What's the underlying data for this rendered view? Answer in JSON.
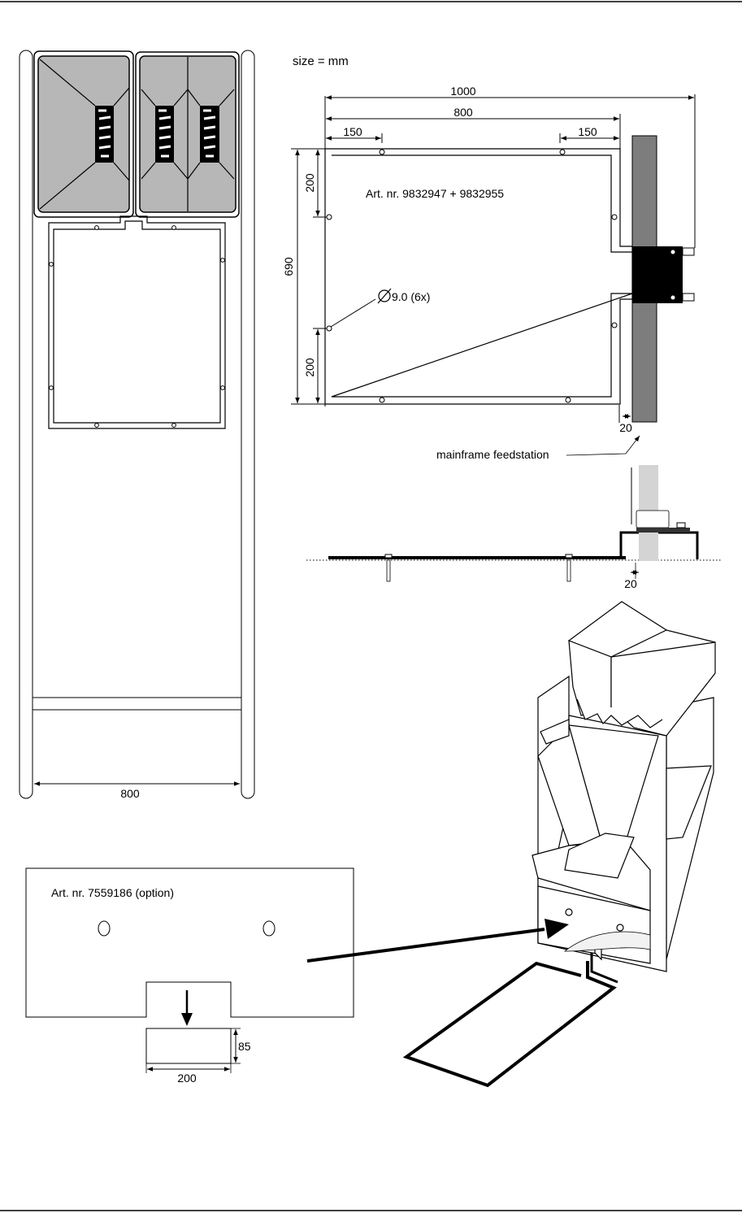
{
  "size_label": "size = mm",
  "top_view": {
    "dim_total_width": "1000",
    "dim_frame_width": "800",
    "dim_hole_left": "150",
    "dim_hole_right": "150",
    "dim_height": "690",
    "dim_hole_top": "200",
    "dim_hole_bottom": "200",
    "art_nr": "Art. nr. 9832947 + 9832955",
    "hole_spec": "9.0 (6x)",
    "dim_clearance": "20"
  },
  "side_view": {
    "label": "mainframe feedstation",
    "dim_gap": "20"
  },
  "front_view": {
    "dim_width": "800"
  },
  "option_plate": {
    "art_nr": "Art. nr. 7559186 (option)",
    "dim_height": "85",
    "dim_width": "200"
  },
  "colors": {
    "line": "#000000",
    "hopper_fill": "#b7b7b7",
    "post_fill": "#7d7d7d",
    "post_light": "#d4d4d4"
  }
}
